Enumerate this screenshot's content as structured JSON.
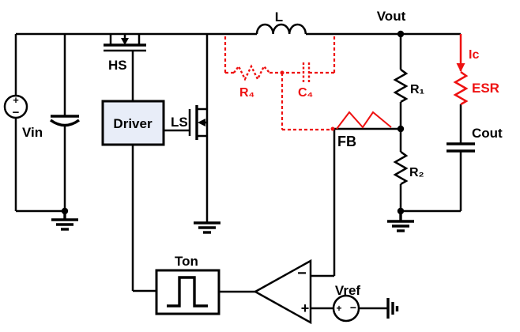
{
  "diagram": {
    "type": "circuit-schematic",
    "colors": {
      "wire": "#000000",
      "highlight_red": "#ee1111",
      "block_fill": "#e8edf8",
      "background": "#ffffff"
    },
    "labels": {
      "vin": "Vin",
      "hs": "HS",
      "ls": "LS",
      "driver": "Driver",
      "inductor": "L",
      "vout": "Vout",
      "r1": "R₁",
      "r2": "R₂",
      "fb": "FB",
      "r4": "R₄",
      "c4": "C₄",
      "esr": "ESR",
      "ic": "Ic",
      "cout": "Cout",
      "ton": "Ton",
      "vref": "Vref",
      "comparator_minus": "−",
      "comparator_plus": "+",
      "vin_plus": "+",
      "vin_minus": "−",
      "vref_plus": "+",
      "vref_minus": "−"
    }
  }
}
